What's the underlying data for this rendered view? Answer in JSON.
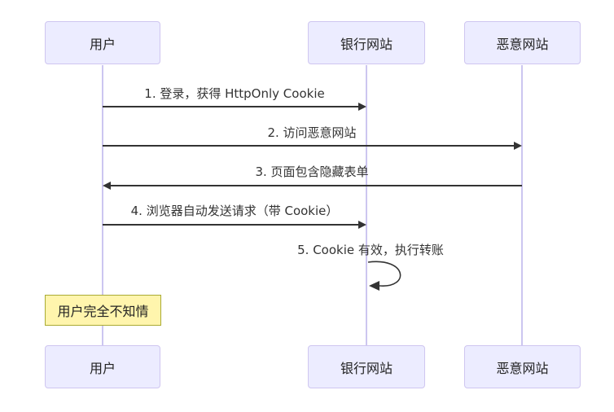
{
  "diagram": {
    "type": "sequence-diagram",
    "colors": {
      "background": "#ffffff",
      "actor_fill": "#ececff",
      "actor_border": "#cfc6f0",
      "lifeline": "#ccc6f0",
      "arrow": "#333333",
      "note_fill": "#fff5ad",
      "note_border": "#aaaa33",
      "text": "#333333"
    }
  },
  "actors": [
    {
      "id": "user",
      "label": "用户"
    },
    {
      "id": "bank",
      "label": "银行网站"
    },
    {
      "id": "evil",
      "label": "恶意网站"
    }
  ],
  "messages": [
    {
      "text": "1. 登录，获得 HttpOnly Cookie",
      "from": "用户",
      "to": "银行网站",
      "style": "solid-arrow"
    },
    {
      "text": "2. 访问恶意网站",
      "from": "用户",
      "to": "恶意网站",
      "style": "solid-arrow"
    },
    {
      "text": "3. 页面包含隐藏表单",
      "from": "恶意网站",
      "to": "用户",
      "style": "solid-arrow"
    },
    {
      "text": "4. 浏览器自动发送请求（带 Cookie）",
      "from": "用户",
      "to": "银行网站",
      "style": "solid-arrow"
    },
    {
      "text": "5. Cookie 有效，执行转账",
      "from": "银行网站",
      "to": "银行网站",
      "style": "self-loop"
    }
  ],
  "note": {
    "text": "用户完全不知情",
    "over": "用户"
  }
}
